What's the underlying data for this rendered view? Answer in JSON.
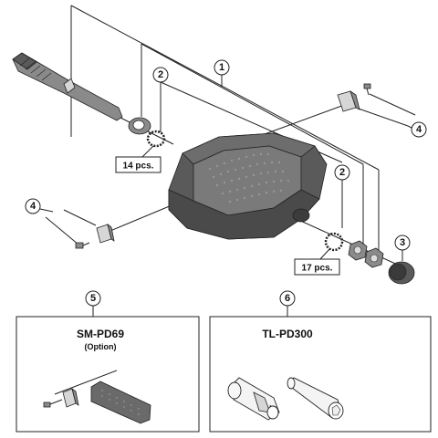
{
  "callouts": {
    "c1": "1",
    "c2a": "2",
    "c2b": "2",
    "c3": "3",
    "c4a": "4",
    "c4b": "4",
    "c5": "5",
    "c6": "6"
  },
  "qty_labels": {
    "q1": "14 pcs.",
    "q2": "17 pcs."
  },
  "boxes": {
    "option_box": {
      "title": "SM-PD69",
      "subtitle": "(Option)"
    },
    "tool_box": {
      "title": "TL-PD300"
    }
  },
  "colors": {
    "part_dark": "#5a5a5a",
    "part_mid": "#8a8a8a",
    "line": "#222222"
  }
}
